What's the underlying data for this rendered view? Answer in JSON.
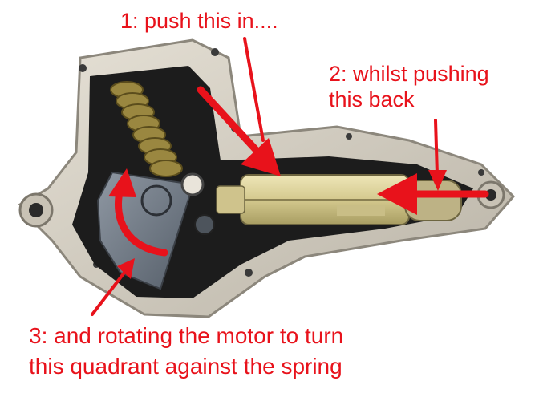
{
  "annotations": {
    "step1": {
      "text": "1: push this in...."
    },
    "step2": {
      "lines": [
        "2: whilst pushing",
        "this back"
      ]
    },
    "step3": {
      "lines": [
        "3: and rotating the motor to turn",
        "this quadrant against the spring"
      ]
    }
  },
  "colors": {
    "annotation": "#e8121b",
    "housing": "#d8d3c8",
    "interior": "#1c1c1c",
    "spring": "#7a6a2a",
    "motor": "#d9cf9a",
    "quadrant": "#6d7783"
  },
  "icons": [
    "arrow-step1",
    "arrow-step2",
    "curved-arrow-step3",
    "arrow-step3"
  ]
}
